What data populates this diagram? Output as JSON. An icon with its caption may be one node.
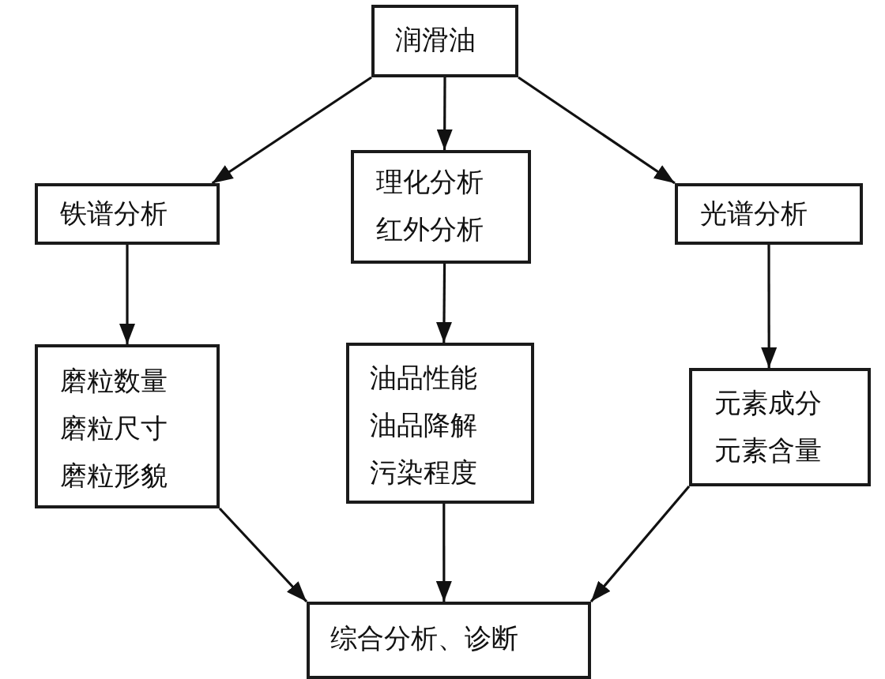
{
  "diagram": {
    "nodes": [
      {
        "text": [
          "润滑油"
        ]
      },
      {
        "text": [
          "铁谱分析"
        ]
      },
      {
        "text": [
          "理化分析",
          "红外分析"
        ]
      },
      {
        "text": [
          "光谱分析"
        ]
      },
      {
        "text": [
          "磨粒数量",
          "磨粒尺寸",
          "磨粒形貌"
        ]
      },
      {
        "text": [
          "油品性能",
          "油品降解",
          "污染程度"
        ]
      },
      {
        "text": [
          "元素成分",
          "元素含量"
        ]
      },
      {
        "text": [
          "综合分析、诊断"
        ]
      }
    ],
    "edges": [
      {
        "from": 0,
        "to": 1,
        "arrow": "to"
      },
      {
        "from": 0,
        "to": 2,
        "arrow": "to"
      },
      {
        "from": 0,
        "to": 3,
        "arrow": "to"
      },
      {
        "from": 1,
        "to": 4,
        "arrow": "to"
      },
      {
        "from": 2,
        "to": 5,
        "arrow": "to"
      },
      {
        "from": 3,
        "to": 6,
        "arrow": "to"
      },
      {
        "from": 4,
        "to": 7,
        "arrow": "to"
      },
      {
        "from": 5,
        "to": 7,
        "arrow": "to"
      },
      {
        "from": 6,
        "to": 7,
        "arrow": "to"
      }
    ]
  }
}
